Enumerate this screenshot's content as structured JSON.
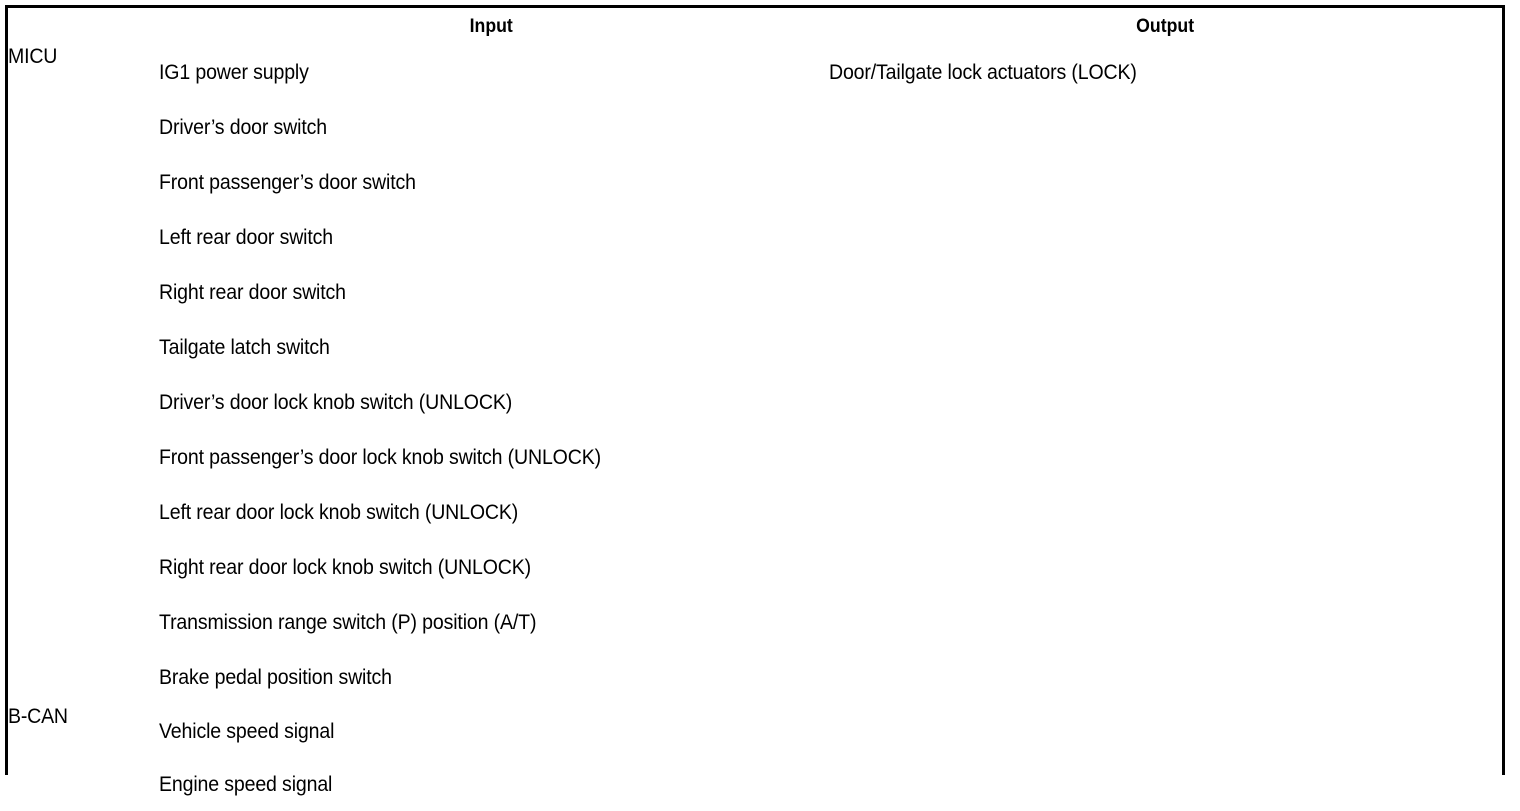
{
  "table": {
    "headers": {
      "module_column": "",
      "input": "Input",
      "output": "Output"
    },
    "rows": [
      {
        "module": "MICU",
        "inputs": [
          "IG1 power supply",
          "Driver’s door switch",
          "Front passenger’s door switch",
          "Left rear door switch",
          "Right rear door switch",
          "Tailgate latch switch",
          "Driver’s door lock knob switch (UNLOCK)",
          "Front passenger’s door lock knob switch (UNLOCK)",
          "Left rear door lock knob switch (UNLOCK)",
          "Right rear door lock knob switch (UNLOCK)",
          "Transmission range switch (P) position (A/T)",
          "Brake pedal position switch"
        ],
        "outputs": [
          "Door/Tailgate lock actuators (LOCK)"
        ]
      },
      {
        "module": "B-CAN",
        "inputs": [
          "Vehicle speed signal",
          "Engine speed signal"
        ],
        "outputs": []
      }
    ]
  },
  "colors": {
    "border": "#000000",
    "text": "#000000",
    "background": "#ffffff"
  }
}
